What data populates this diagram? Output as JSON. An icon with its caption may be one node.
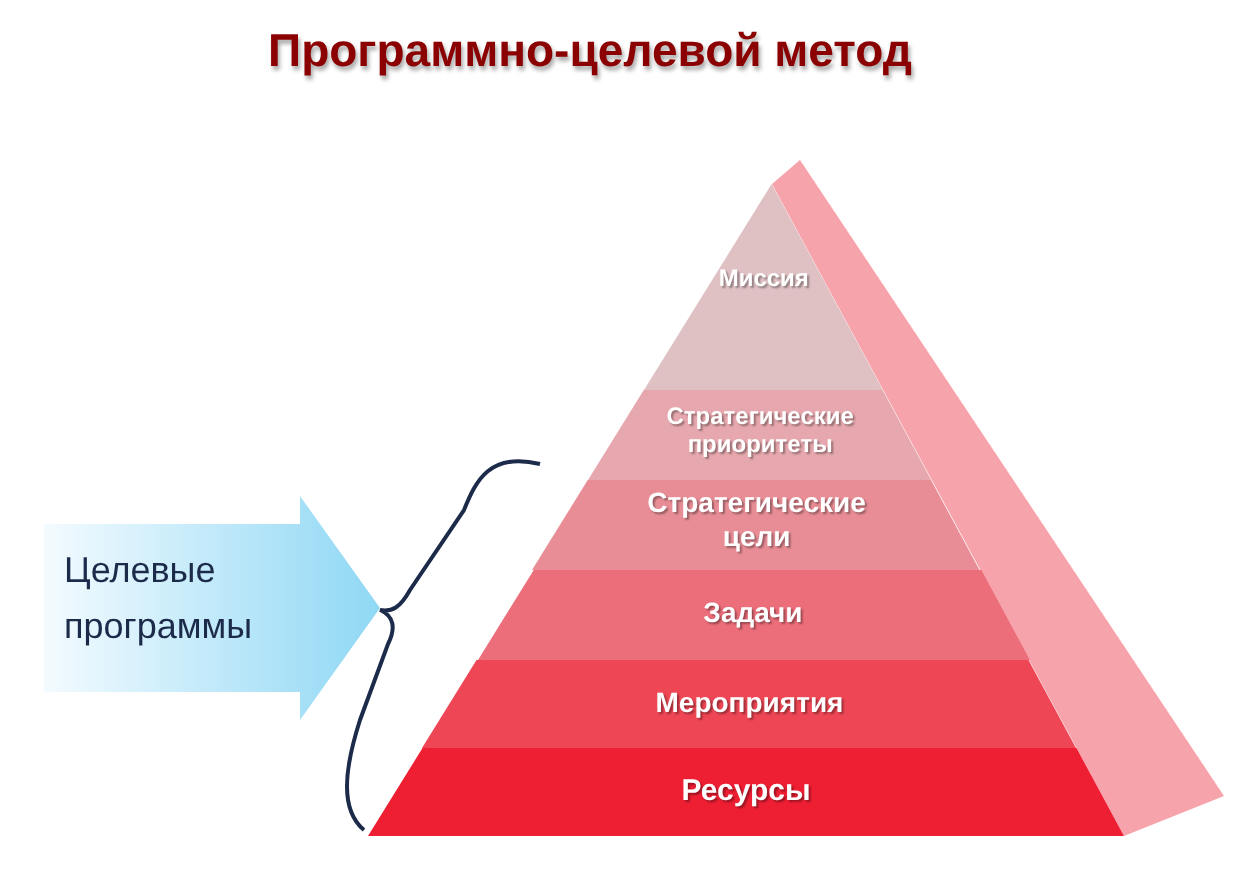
{
  "diagram": {
    "title": "Программно-целевой метод",
    "nodes": [
      {
        "text": [
          "Миссия"
        ]
      },
      {
        "text": [
          "Стратегические приоритеты"
        ]
      },
      {
        "text": [
          "Стратегические цели"
        ]
      },
      {
        "text": [
          "Задачи"
        ]
      },
      {
        "text": [
          "Мероприятия"
        ]
      },
      {
        "text": [
          "Ресурсы"
        ]
      },
      {
        "text": [
          "Целевые программы"
        ]
      }
    ],
    "edges": []
  }
}
